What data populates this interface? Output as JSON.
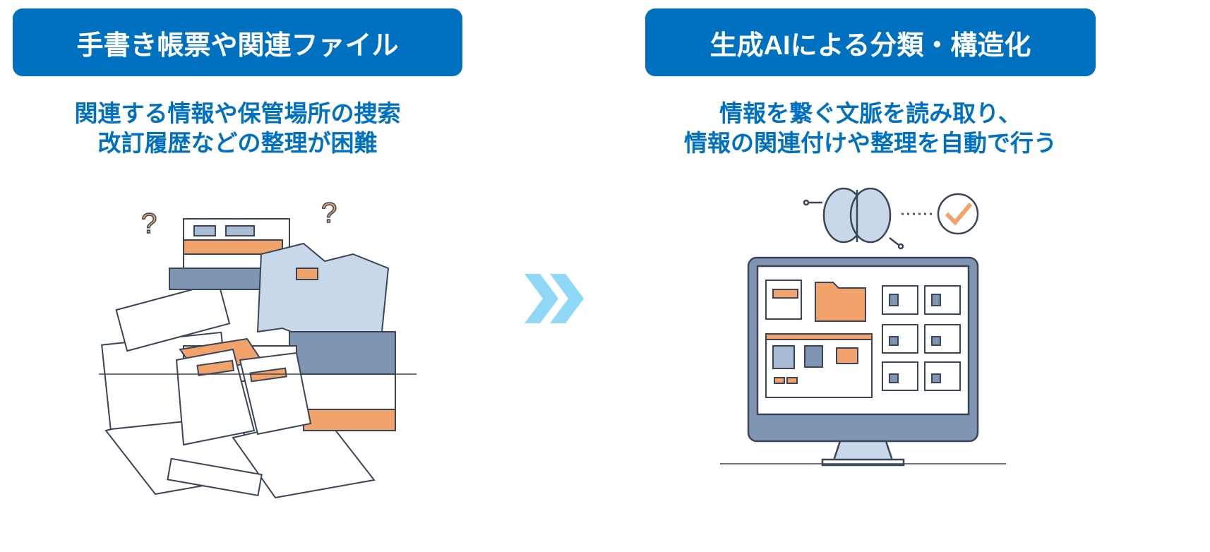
{
  "left": {
    "title": "手書き帳票や関連ファイル",
    "description": [
      "関連する情報や保管場所の捜索",
      "改訂履歴などの整理が困難"
    ]
  },
  "right": {
    "title": "生成AIによる分類・構造化",
    "description": [
      "情報を繋ぐ文脈を読み取り、",
      "情報の関連付けや整理を自動で行う"
    ]
  },
  "colors": {
    "primary": "#0070C0",
    "arrow": "#8FD8F8",
    "accent": "#F2A36B",
    "paper": "#A9BDD6"
  }
}
